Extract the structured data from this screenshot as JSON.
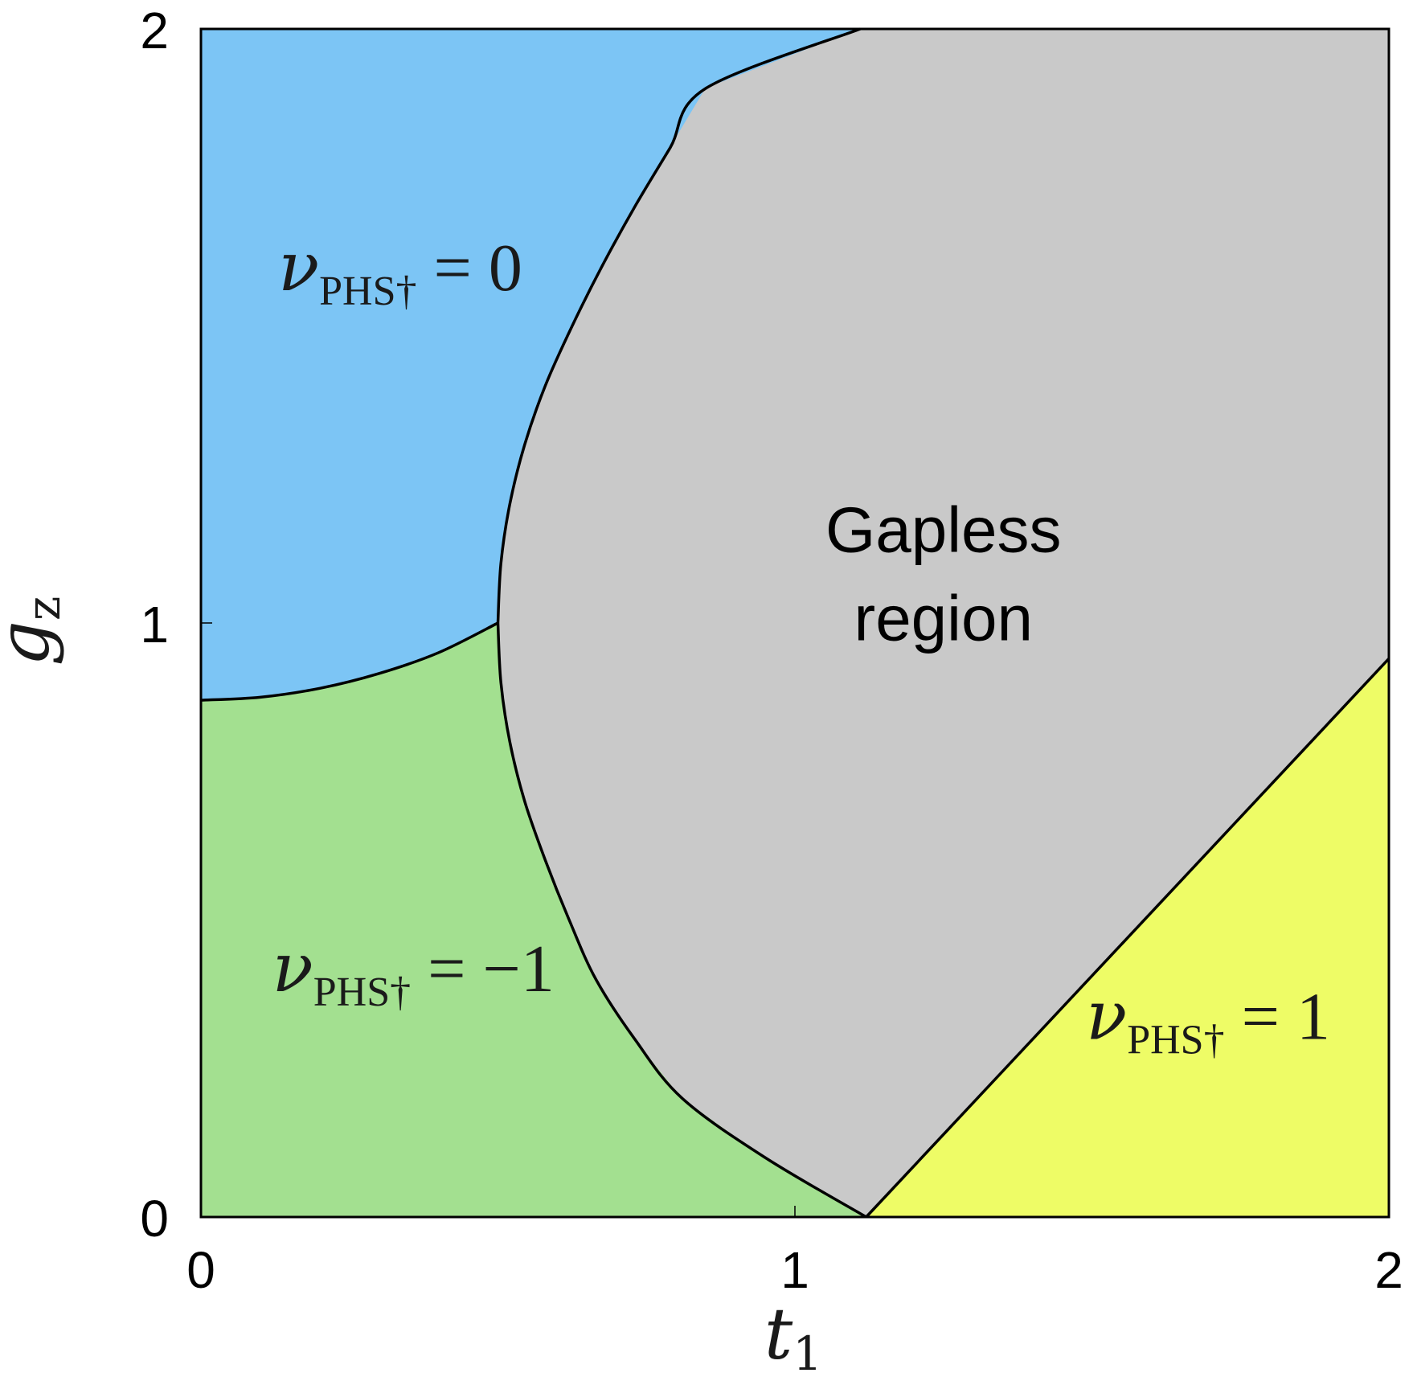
{
  "chart_data": {
    "type": "area",
    "title": "",
    "xlabel": "t",
    "xlabel_sub": "1",
    "ylabel": "g",
    "ylabel_sub": "z",
    "xlim": [
      0,
      2
    ],
    "ylim": [
      0,
      2
    ],
    "x_ticks": [
      "0",
      "1",
      "2"
    ],
    "y_ticks": [
      "0",
      "1",
      "2"
    ],
    "grid": false,
    "regions": [
      {
        "name": "nu_PHS = 0",
        "label_main": "ν",
        "label_sub": "PHS†",
        "label_rest": " = 0",
        "color": "#7cc5f5",
        "label_pos": [
          0.13,
          1.56
        ]
      },
      {
        "name": "nu_PHS = -1",
        "label_main": "ν",
        "label_sub": "PHS†",
        "label_rest": " = −1",
        "color": "#a3e090",
        "label_pos": [
          0.12,
          0.38
        ]
      },
      {
        "name": "nu_PHS = 1",
        "label_main": "ν",
        "label_sub": "PHS†",
        "label_rest": " = 1",
        "color": "#eefc66",
        "label_pos": [
          1.49,
          0.3
        ]
      },
      {
        "name": "Gapless region",
        "label_line1": "Gapless",
        "label_line2": "region",
        "color": "#c9c9c9",
        "label_pos": [
          1.25,
          1.12
        ]
      }
    ],
    "boundaries": {
      "left_upper": [
        [
          0.5,
          1.0
        ],
        [
          0.505,
          1.1
        ],
        [
          0.52,
          1.2
        ],
        [
          0.545,
          1.3
        ],
        [
          0.58,
          1.4
        ],
        [
          0.625,
          1.5
        ],
        [
          0.675,
          1.6
        ],
        [
          0.73,
          1.7
        ],
        [
          0.79,
          1.8
        ],
        [
          0.85,
          1.9
        ],
        [
          1.11,
          2.0
        ]
      ],
      "left_lower": [
        [
          0.5,
          1.0
        ],
        [
          0.505,
          0.9
        ],
        [
          0.52,
          0.8
        ],
        [
          0.545,
          0.7
        ],
        [
          0.58,
          0.6
        ],
        [
          0.62,
          0.5
        ],
        [
          0.665,
          0.4
        ],
        [
          0.73,
          0.3
        ],
        [
          0.81,
          0.2
        ],
        [
          0.95,
          0.1
        ],
        [
          1.12,
          0.0
        ]
      ],
      "blue_green": [
        [
          0.0,
          0.87
        ],
        [
          0.1,
          0.875
        ],
        [
          0.2,
          0.89
        ],
        [
          0.3,
          0.915
        ],
        [
          0.4,
          0.95
        ],
        [
          0.5,
          1.0
        ]
      ],
      "yellow": [
        [
          1.12,
          0.0
        ],
        [
          2.0,
          0.94
        ]
      ]
    }
  }
}
